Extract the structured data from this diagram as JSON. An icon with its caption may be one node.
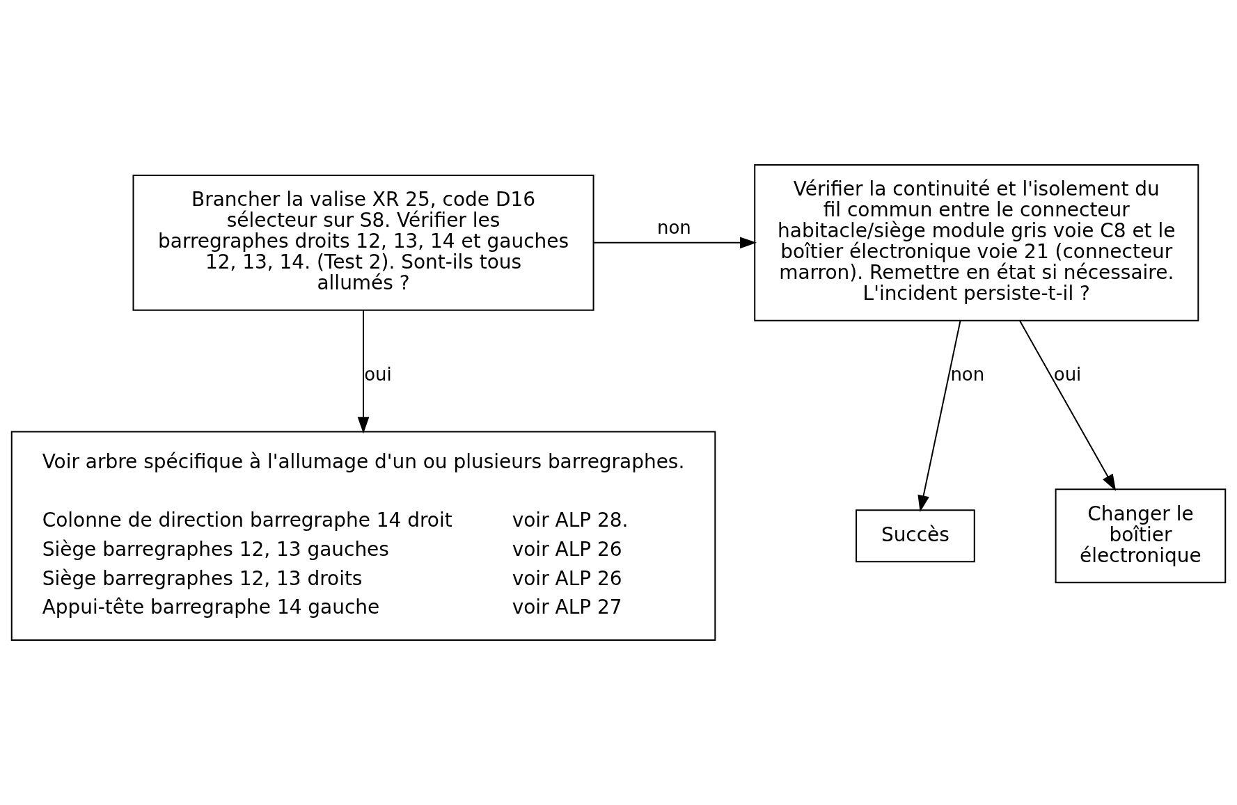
{
  "diagram": {
    "nodes": [
      {
        "text": [
          "Brancher la valise XR 25, code D16 sélecteur sur S8. Vérifier les barregraphes droits 12, 13, 14 et gauches 12, 13, 14. (Test 2). Sont-ils tous allumés ?"
        ]
      },
      {
        "text": [
          "Vérifier la continuité et l'isolement du fil commun entre le connecteur habitacle/siège module gris voie C8 et le boîtier électronique voie 21 (connecteur marron). Remettre en état si nécessaire. L'incident persiste-t-il ?"
        ]
      },
      {
        "text": [
          "Succès"
        ]
      },
      {
        "text": [
          "Changer le boîtier électronique"
        ]
      },
      {
        "text": [
          "Voir arbre spécifique à l'allumage d'un ou plusieurs barregraphes.",
          "Colonne de direction barregraphe 14 droit",
          "voir ALP 28.",
          "Siège barregraphes 12, 13 gauches",
          "voir ALP 26",
          "Siège barregraphes 12, 13 droits",
          "voir ALP 26",
          "Appui-tête barregraphe 14 gauche",
          "voir ALP 27"
        ]
      }
    ],
    "edges": [
      {
        "from": 0,
        "to": 1,
        "arrow": "to",
        "label": "non"
      },
      {
        "from": 1,
        "to": 2,
        "arrow": "to",
        "label": "non"
      },
      {
        "from": 0,
        "to": 4,
        "arrow": "to",
        "label": "oui"
      },
      {
        "from": 1,
        "to": 3,
        "arrow": "to",
        "label": "oui"
      }
    ]
  }
}
